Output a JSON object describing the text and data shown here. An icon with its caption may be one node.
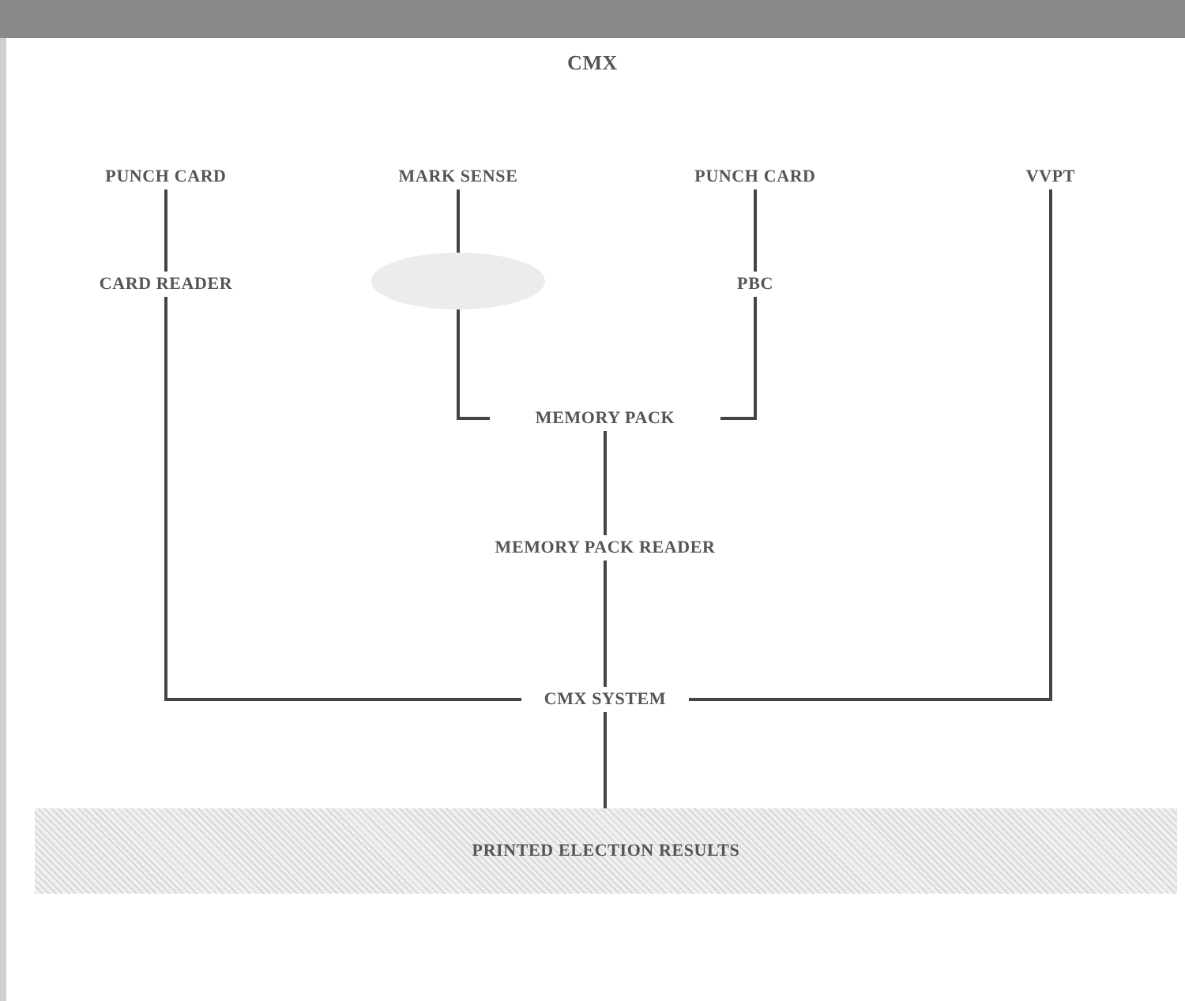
{
  "diagram": {
    "title": "CMX",
    "nodes": [
      {
        "text": [
          "PUNCH CARD"
        ]
      },
      {
        "text": [
          "MARK SENSE"
        ]
      },
      {
        "text": [
          "PUNCH CARD"
        ]
      },
      {
        "text": [
          "VVPT"
        ]
      },
      {
        "text": [
          "CARD READER"
        ]
      },
      {
        "text": [],
        "shape": "cloud"
      },
      {
        "text": [
          "PBC"
        ]
      },
      {
        "text": [
          "MEMORY PACK"
        ]
      },
      {
        "text": [
          "MEMORY PACK READER"
        ]
      },
      {
        "text": [
          "CMX SYSTEM"
        ]
      },
      {
        "text": [
          "PRINTED ELECTION RESULTS"
        ]
      }
    ],
    "edges": [
      {
        "from": 0,
        "to": 4,
        "arrow": "none"
      },
      {
        "from": 1,
        "to": 5,
        "arrow": "none"
      },
      {
        "from": 2,
        "to": 6,
        "arrow": "none"
      },
      {
        "from": 5,
        "to": 7,
        "arrow": "none"
      },
      {
        "from": 6,
        "to": 7,
        "arrow": "none"
      },
      {
        "from": 7,
        "to": 8,
        "arrow": "none"
      },
      {
        "from": 8,
        "to": 9,
        "arrow": "none"
      },
      {
        "from": 4,
        "to": 9,
        "arrow": "none"
      },
      {
        "from": 3,
        "to": 9,
        "arrow": "none"
      },
      {
        "from": 9,
        "to": 10,
        "arrow": "none"
      }
    ]
  }
}
